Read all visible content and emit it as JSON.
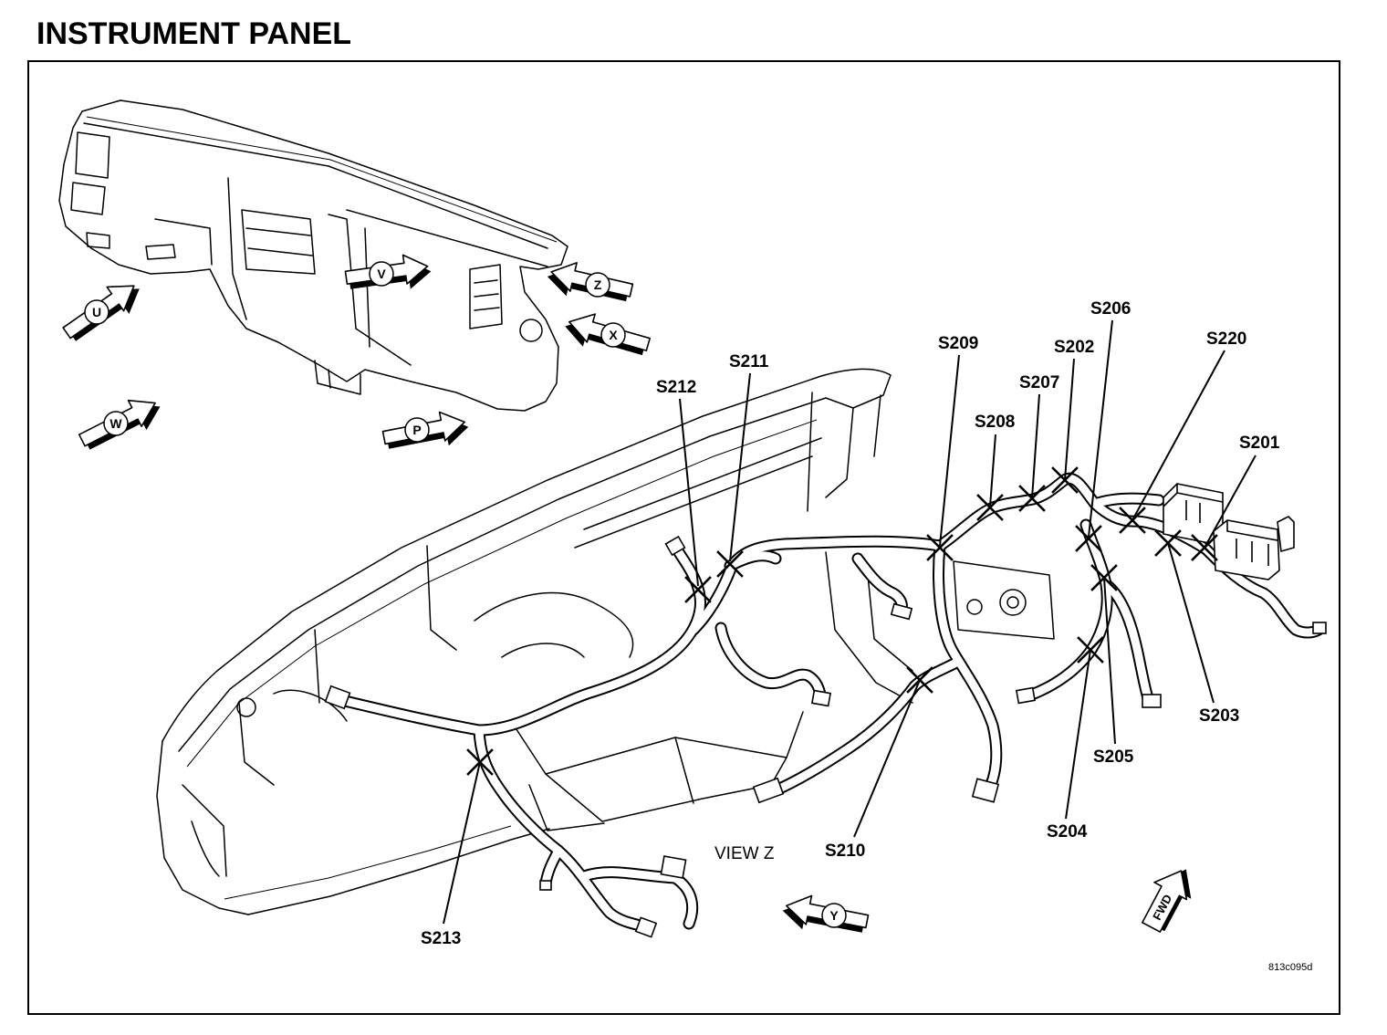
{
  "title": "INSTRUMENT PANEL",
  "view_label": "VIEW Z",
  "figure_code": "813c095d",
  "fwd_label": "FWD",
  "view_arrows": {
    "u": "U",
    "v": "V",
    "z": "Z",
    "x": "X",
    "w": "W",
    "p": "P",
    "y": "Y"
  },
  "splices": {
    "s201": "S201",
    "s202": "S202",
    "s203": "S203",
    "s204": "S204",
    "s205": "S205",
    "s206": "S206",
    "s207": "S207",
    "s208": "S208",
    "s209": "S209",
    "s210": "S210",
    "s211": "S211",
    "s212": "S212",
    "s213": "S213",
    "s220": "S220"
  }
}
